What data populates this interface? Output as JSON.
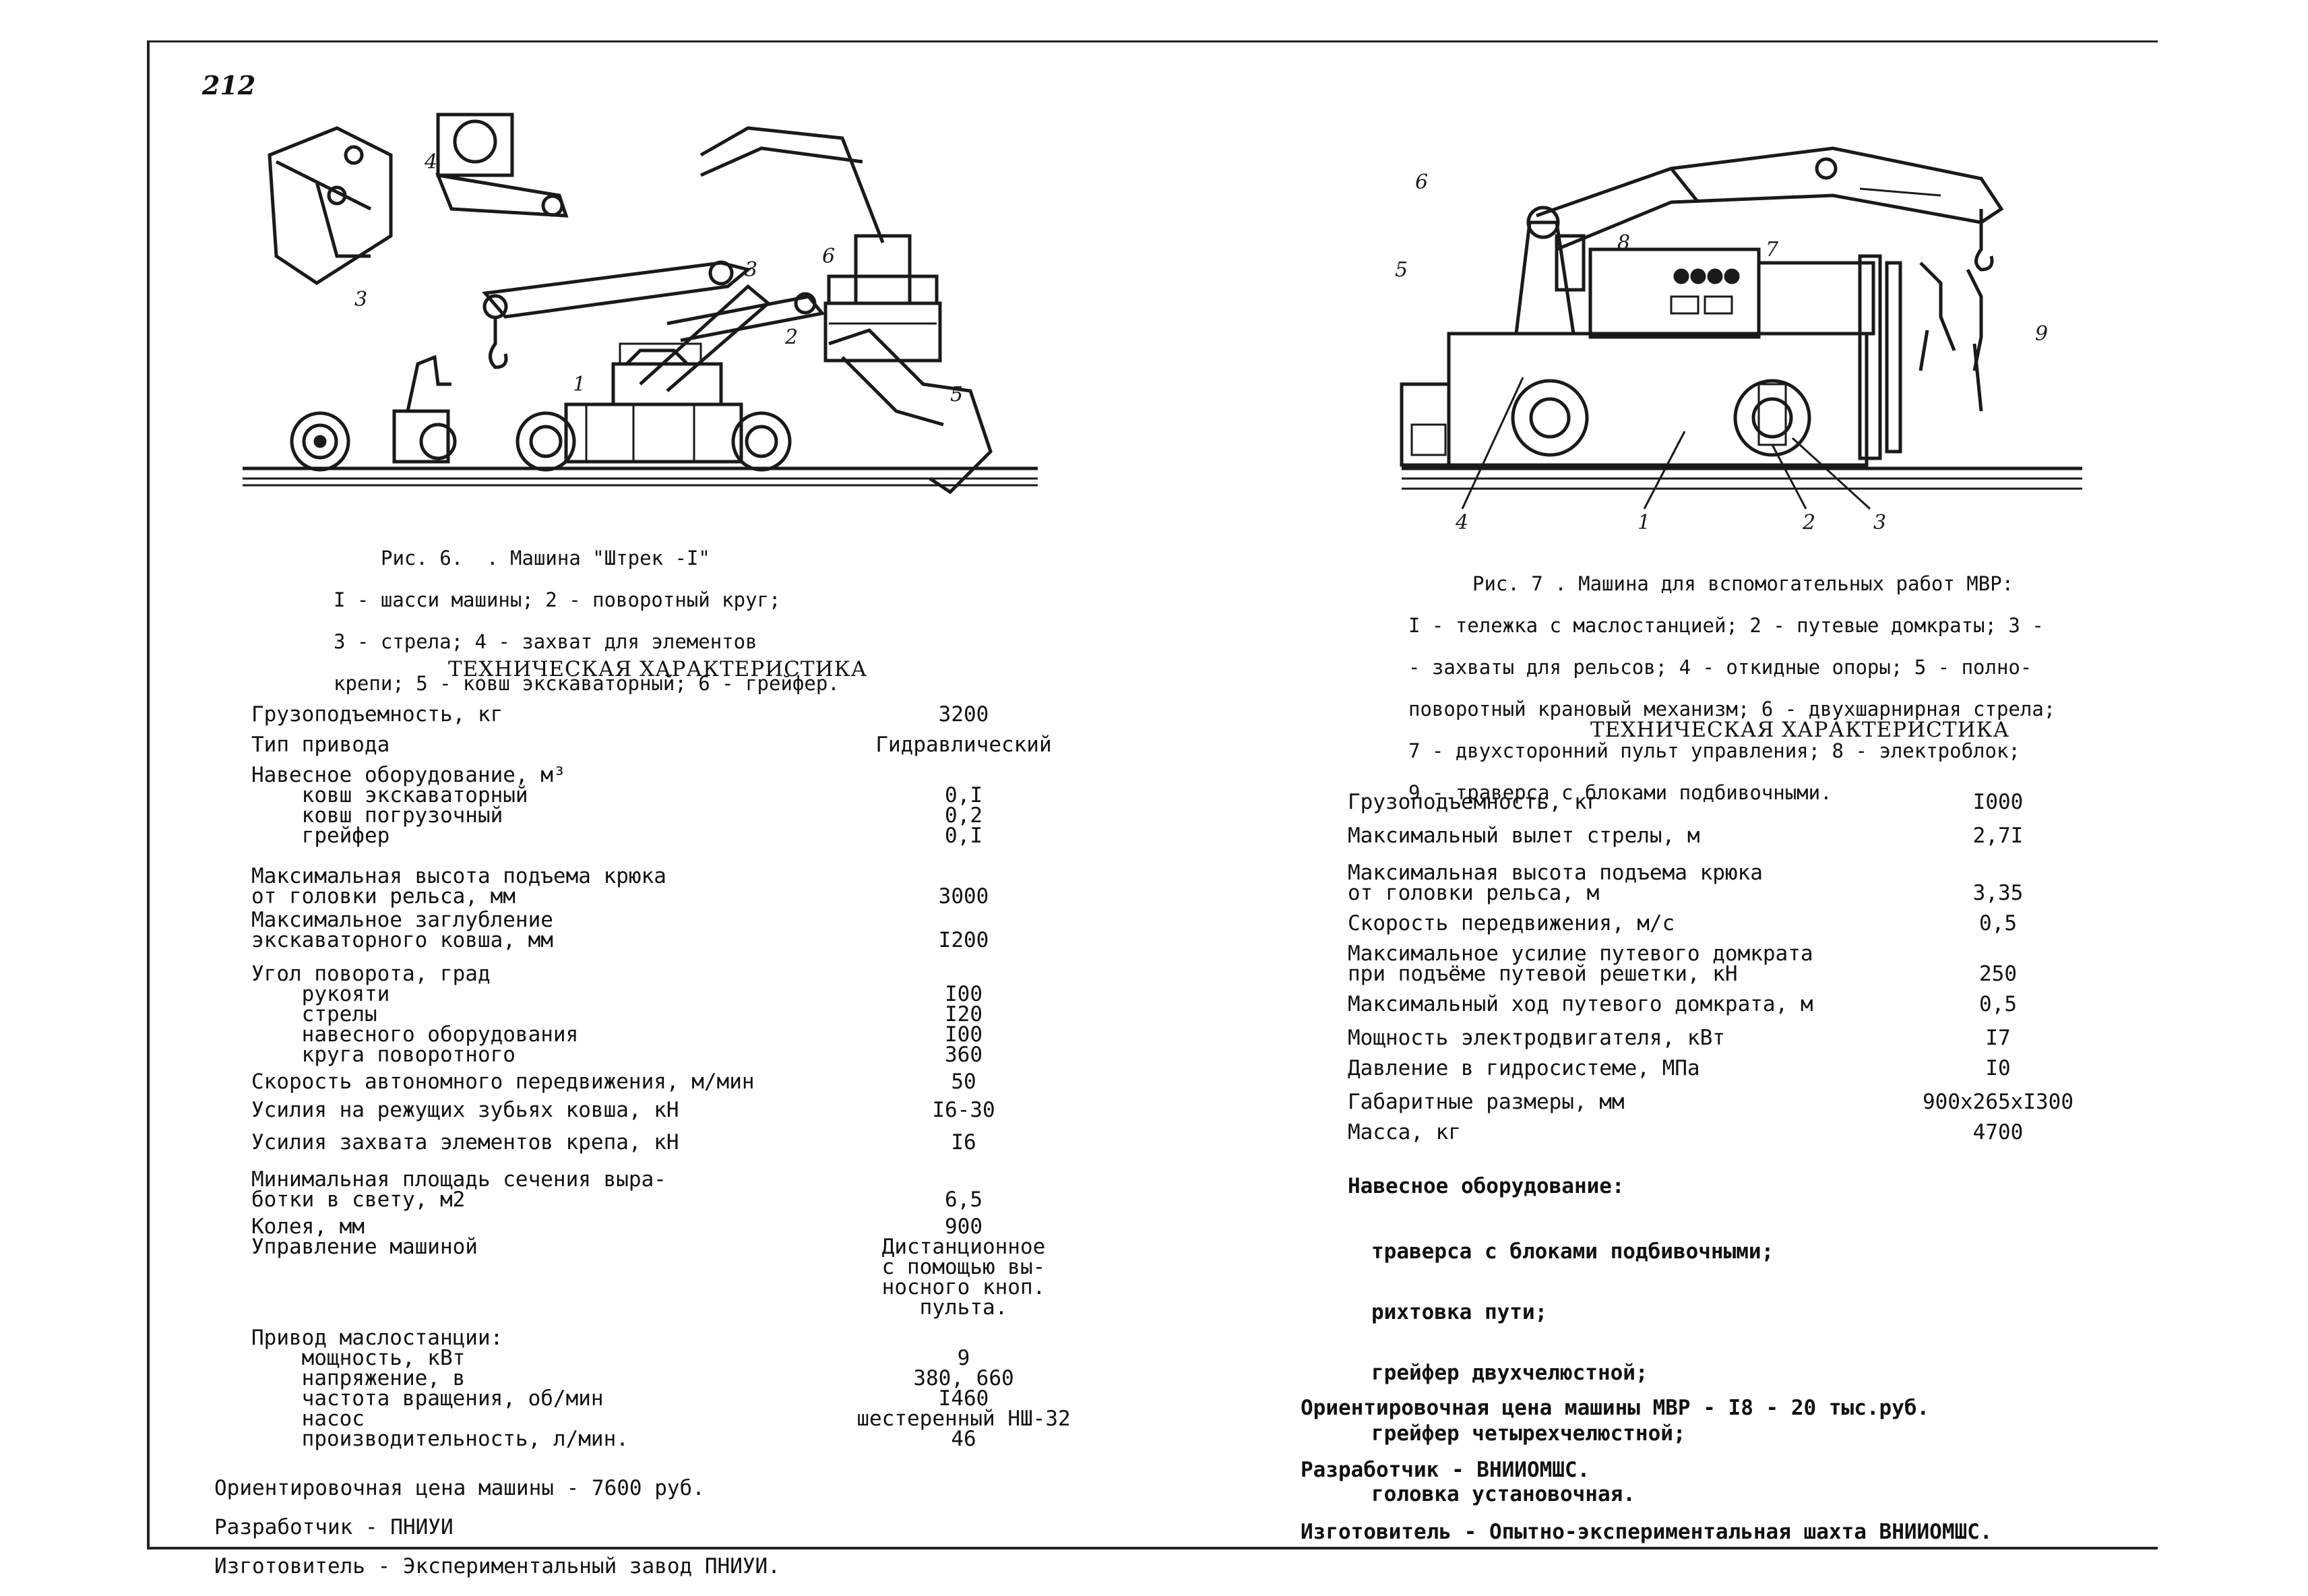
{
  "page_number": "212",
  "left": {
    "fig_labels": [
      "1",
      "2",
      "3",
      "3",
      "4",
      "5",
      "6"
    ],
    "caption": [
      "Рис. 6.  . Машина \"Штрек -I\"",
      "I - шасси машины; 2 - поворотный круг;",
      "3 - стрела; 4 - захват для элементов",
      "крепи; 5 - ковш экскаваторный; 6 - грейфер."
    ],
    "section_title": "ТЕХНИЧЕСКАЯ ХАРАКТЕРИСТИКА",
    "rows": [
      {
        "label": "Грузоподъемность, кг",
        "value": "3200"
      },
      {
        "label": "Тип привода",
        "value": "Гидравлический"
      },
      {
        "label": "Навесное оборудование, м³",
        "value": ""
      },
      {
        "label": "    ковш экскаваторный",
        "value": "0,I"
      },
      {
        "label": "    ковш погрузочный",
        "value": "0,2"
      },
      {
        "label": "    грейфер",
        "value": "0,I"
      },
      {
        "label": "Максимальная высота подъема крюка",
        "value": ""
      },
      {
        "label": "от головки рельса, мм",
        "value": "3000"
      },
      {
        "label": "Максимальное заглубление",
        "value": ""
      },
      {
        "label": "экскаваторного ковша, мм",
        "value": "I200"
      },
      {
        "label": "Угол поворота, град",
        "value": ""
      },
      {
        "label": "    рукояти",
        "value": "I00"
      },
      {
        "label": "    стрелы",
        "value": "I20"
      },
      {
        "label": "    навесного оборудования",
        "value": "I00"
      },
      {
        "label": "    круга поворотного",
        "value": "360"
      },
      {
        "label": "Скорость автономного передвижения, м/мин",
        "value": "50"
      },
      {
        "label": "Усилия на режущих зубьях ковша, кН",
        "value": "I6-30"
      },
      {
        "label": "Усилия захвата элементов крепа, кН",
        "value": "I6"
      },
      {
        "label": "Минимальная площадь сечения выра-",
        "value": ""
      },
      {
        "label": "ботки в свету, м2",
        "value": "6,5"
      },
      {
        "label": "Колея, мм",
        "value": "900"
      },
      {
        "label": "Управление машиной",
        "value": "Дистанционное"
      },
      {
        "label": "",
        "value": "с помощью вы-"
      },
      {
        "label": "",
        "value": "носного кноп."
      },
      {
        "label": "",
        "value": "пульта."
      },
      {
        "label": "Привод маслостанции:",
        "value": ""
      },
      {
        "label": "    мощность, кВт",
        "value": "9"
      },
      {
        "label": "    напряжение, в",
        "value": "380, 660"
      },
      {
        "label": "    частота вращения, об/мин",
        "value": "I460"
      },
      {
        "label": "    насос",
        "value": "шестеренный НШ-32"
      },
      {
        "label": "    производительность, л/мин.",
        "value": "46"
      }
    ],
    "footer": [
      "Ориентировочная цена машины - 7600 руб.",
      "Разработчик - ПНИУИ",
      "Изготовитель - Экспериментальный завод ПНИУИ."
    ]
  },
  "right": {
    "fig_labels": [
      "1",
      "2",
      "3",
      "4",
      "5",
      "6",
      "7",
      "8",
      "9"
    ],
    "caption": [
      "Рис. 7 . Машина для вспомогательных работ МВР:",
      "I - тележка с маслостанцией; 2 - путевые домкраты; 3 -",
      "- захваты для рельсов; 4 - откидные опоры; 5 - полно-",
      "поворотный крановый механизм; 6 - двухшарнирная стрела;",
      "7 - двухсторонний пульт управления; 8 - электроблок;",
      "9 - траверса с блоками подбивочными."
    ],
    "section_title": "ТЕХНИЧЕСКАЯ ХАРАКТЕРИСТИКА",
    "rows": [
      {
        "label": "Грузоподъемность, кг",
        "value": "I000"
      },
      {
        "label": "Максимальный вылет стрелы, м",
        "value": "2,7I"
      },
      {
        "label": "Максимальная высота подъема крюка",
        "value": ""
      },
      {
        "label": "от головки рельса, м",
        "value": "3,35"
      },
      {
        "label": "Скорость передвижения, м/с",
        "value": "0,5"
      },
      {
        "label": "Максимальное усилие путевого домкрата",
        "value": ""
      },
      {
        "label": "при подъёме путевой решетки, кН",
        "value": "250"
      },
      {
        "label": "Максимальный ход путевого домкрата, м",
        "value": "0,5"
      },
      {
        "label": "Мощность электродвигателя, кВт",
        "value": "I7"
      },
      {
        "label": "Давление в гидросистеме, МПа",
        "value": "I0"
      },
      {
        "label": "Габаритные размеры, мм",
        "value": "900x265xI300"
      },
      {
        "label": "Масса, кг",
        "value": "4700"
      }
    ],
    "equipment_title": "Навесное оборудование:",
    "equipment": [
      "траверса с блоками подбивочными;",
      "рихтовка пути;",
      "грейфер двухчелюстной;",
      "грейфер четырехчелюстной;",
      "головка установочная."
    ],
    "footer": [
      "Ориентировочная цена машины МВР - I8 - 20 тыс.руб.",
      "Разработчик - ВНИИОМШС.",
      "Изготовитель - Опытно-экспериментальная шахта ВНИИОМШС."
    ]
  }
}
